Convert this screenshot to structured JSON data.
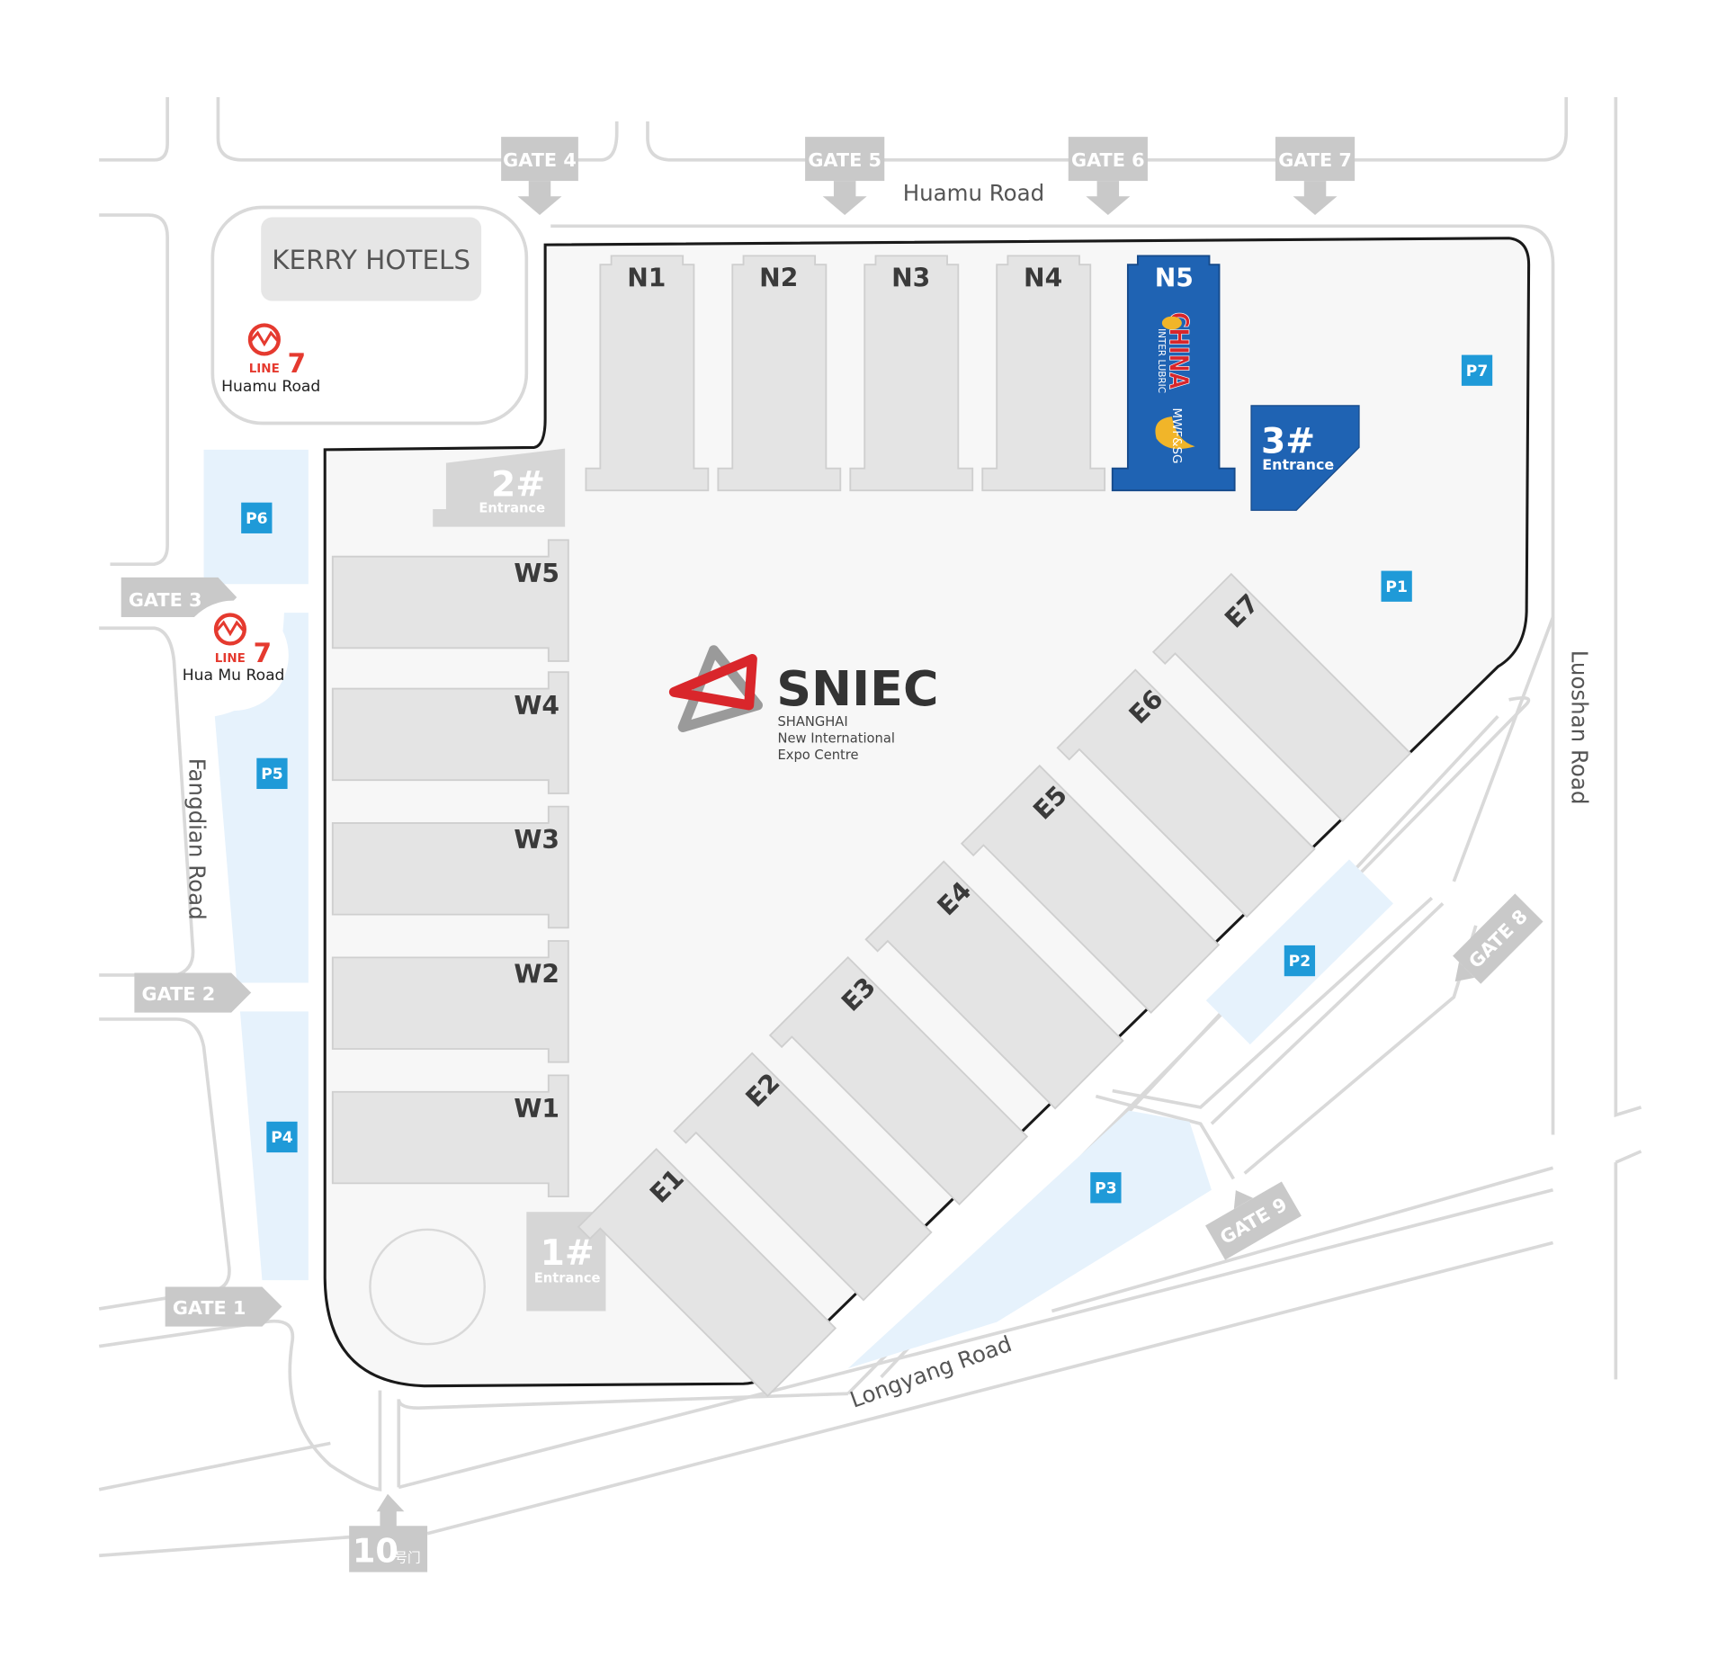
{
  "map": {
    "hotel": "KERRY HOTELS",
    "roads": {
      "north": "Huamu Road",
      "west": "Fangdian Road",
      "east": "Luoshan Road",
      "south": "Longyang Road"
    },
    "metro": [
      {
        "line_label": "LINE",
        "line_number": "7",
        "station": "Huamu Road"
      },
      {
        "line_label": "LINE",
        "line_number": "7",
        "station": "Hua Mu Road"
      }
    ],
    "gates": [
      "GATE 1",
      "GATE 2",
      "GATE 3",
      "GATE 4",
      "GATE 5",
      "GATE 6",
      "GATE 7",
      "GATE 8",
      "GATE 9"
    ],
    "gate10": {
      "number": "10",
      "suffix": "号门"
    },
    "north_halls": [
      "N1",
      "N2",
      "N3",
      "N4",
      "N5"
    ],
    "west_halls": [
      "W5",
      "W4",
      "W3",
      "W2",
      "W1"
    ],
    "east_halls": [
      "E7",
      "E6",
      "E5",
      "E4",
      "E3",
      "E2",
      "E1"
    ],
    "parking": [
      "P1",
      "P2",
      "P3",
      "P4",
      "P5",
      "P6",
      "P7"
    ],
    "entrances": [
      {
        "number": "1#",
        "label": "Entrance"
      },
      {
        "number": "2#",
        "label": "Entrance"
      },
      {
        "number": "3#",
        "label": "Entrance"
      }
    ],
    "n5_event": {
      "logo_main": "CHINA",
      "logo_sub": "INTER LUBRIC",
      "logo_second": "MWF&SG"
    },
    "logo": {
      "name": "SNIEC",
      "line1": "SHANGHAI",
      "line2": "New International",
      "line3": "Expo Centre"
    },
    "colors": {
      "highlight": "#1f63b3",
      "parking": "#e6f2fc",
      "parking_label": "#1f9ad8",
      "gate": "#c9c9c9",
      "metro": "#e53a2f"
    }
  }
}
